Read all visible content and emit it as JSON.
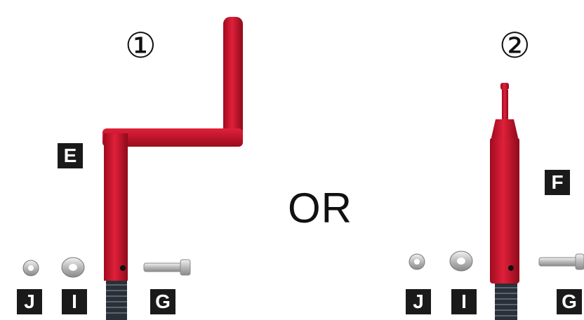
{
  "option1": {
    "number": "①",
    "part_label": "E"
  },
  "separator": "OR",
  "option2": {
    "number": "②",
    "part_label": "F"
  },
  "hardware_labels_left": [
    "J",
    "I",
    "G"
  ],
  "hardware_labels_right": [
    "J",
    "I",
    "G"
  ],
  "colors": {
    "handle_red": "#c8102e",
    "label_bg": "#1a1a1a"
  }
}
